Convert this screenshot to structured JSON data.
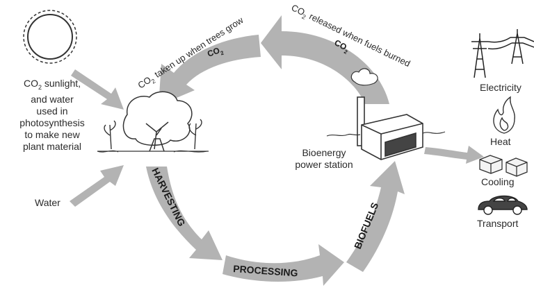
{
  "labels": {
    "sun_text_lines": [
      "CO",
      "2",
      " sunlight,",
      "and water",
      "used in",
      "photosynthesis",
      "to make new",
      "plant material"
    ],
    "water": "Water",
    "taken_up_prefix": "CO",
    "taken_up_sub": "2",
    "taken_up_rest": " taken up when trees grow",
    "released_prefix": "CO",
    "released_sub": "2",
    "released_rest": " released when fuels burned",
    "co2_left": "CO",
    "co2_left_sub": "2",
    "co2_right": "CO",
    "co2_right_sub": "2",
    "harvesting": "HARVESTING",
    "processing": "PROCESSING",
    "biofuels": "BIOFUELS",
    "station_line1": "Bioenergy",
    "station_line2": "power station",
    "electricity": "Electricity",
    "heat": "Heat",
    "cooling": "Cooling",
    "transport": "Transport"
  },
  "colors": {
    "arrow": "#b3b3b3",
    "arrow_text": "#1a1a1a",
    "line_art": "#333333"
  }
}
